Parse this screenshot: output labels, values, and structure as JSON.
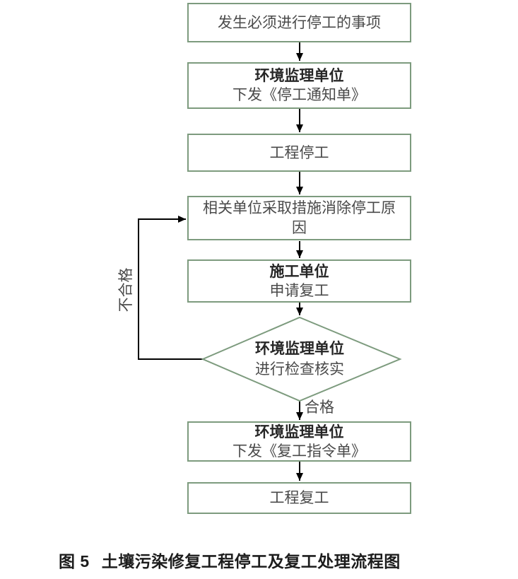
{
  "flowchart": {
    "nodes": {
      "start": {
        "line1": "发生必须进行停工的事项"
      },
      "stop_notice": {
        "line1": "环境监理单位",
        "line2": "下发《停工通知单》"
      },
      "work_stop": {
        "line1": "工程停工"
      },
      "eliminate_cause": {
        "line1": "相关单位采取措施消除停工原",
        "line2": "因"
      },
      "apply_resume": {
        "line1": "施工单位",
        "line2": "申请复工"
      },
      "inspect": {
        "line1": "环境监理单位",
        "line2": "进行检查核实"
      },
      "resume_order": {
        "line1": "环境监理单位",
        "line2": "下发《复工指令单》"
      },
      "work_resume": {
        "line1": "工程复工"
      }
    },
    "edge_labels": {
      "pass": "合格",
      "fail": "不合格"
    }
  },
  "caption": {
    "figure_label": "图 5",
    "title": "土壤污染修复工程停工及复工处理流程图"
  },
  "colors": {
    "node_border": "#7d9b7e",
    "connector": "#000000",
    "text_regular": "#4a4a4a",
    "text_bold": "#262626",
    "caption": "#1c1c1c"
  }
}
